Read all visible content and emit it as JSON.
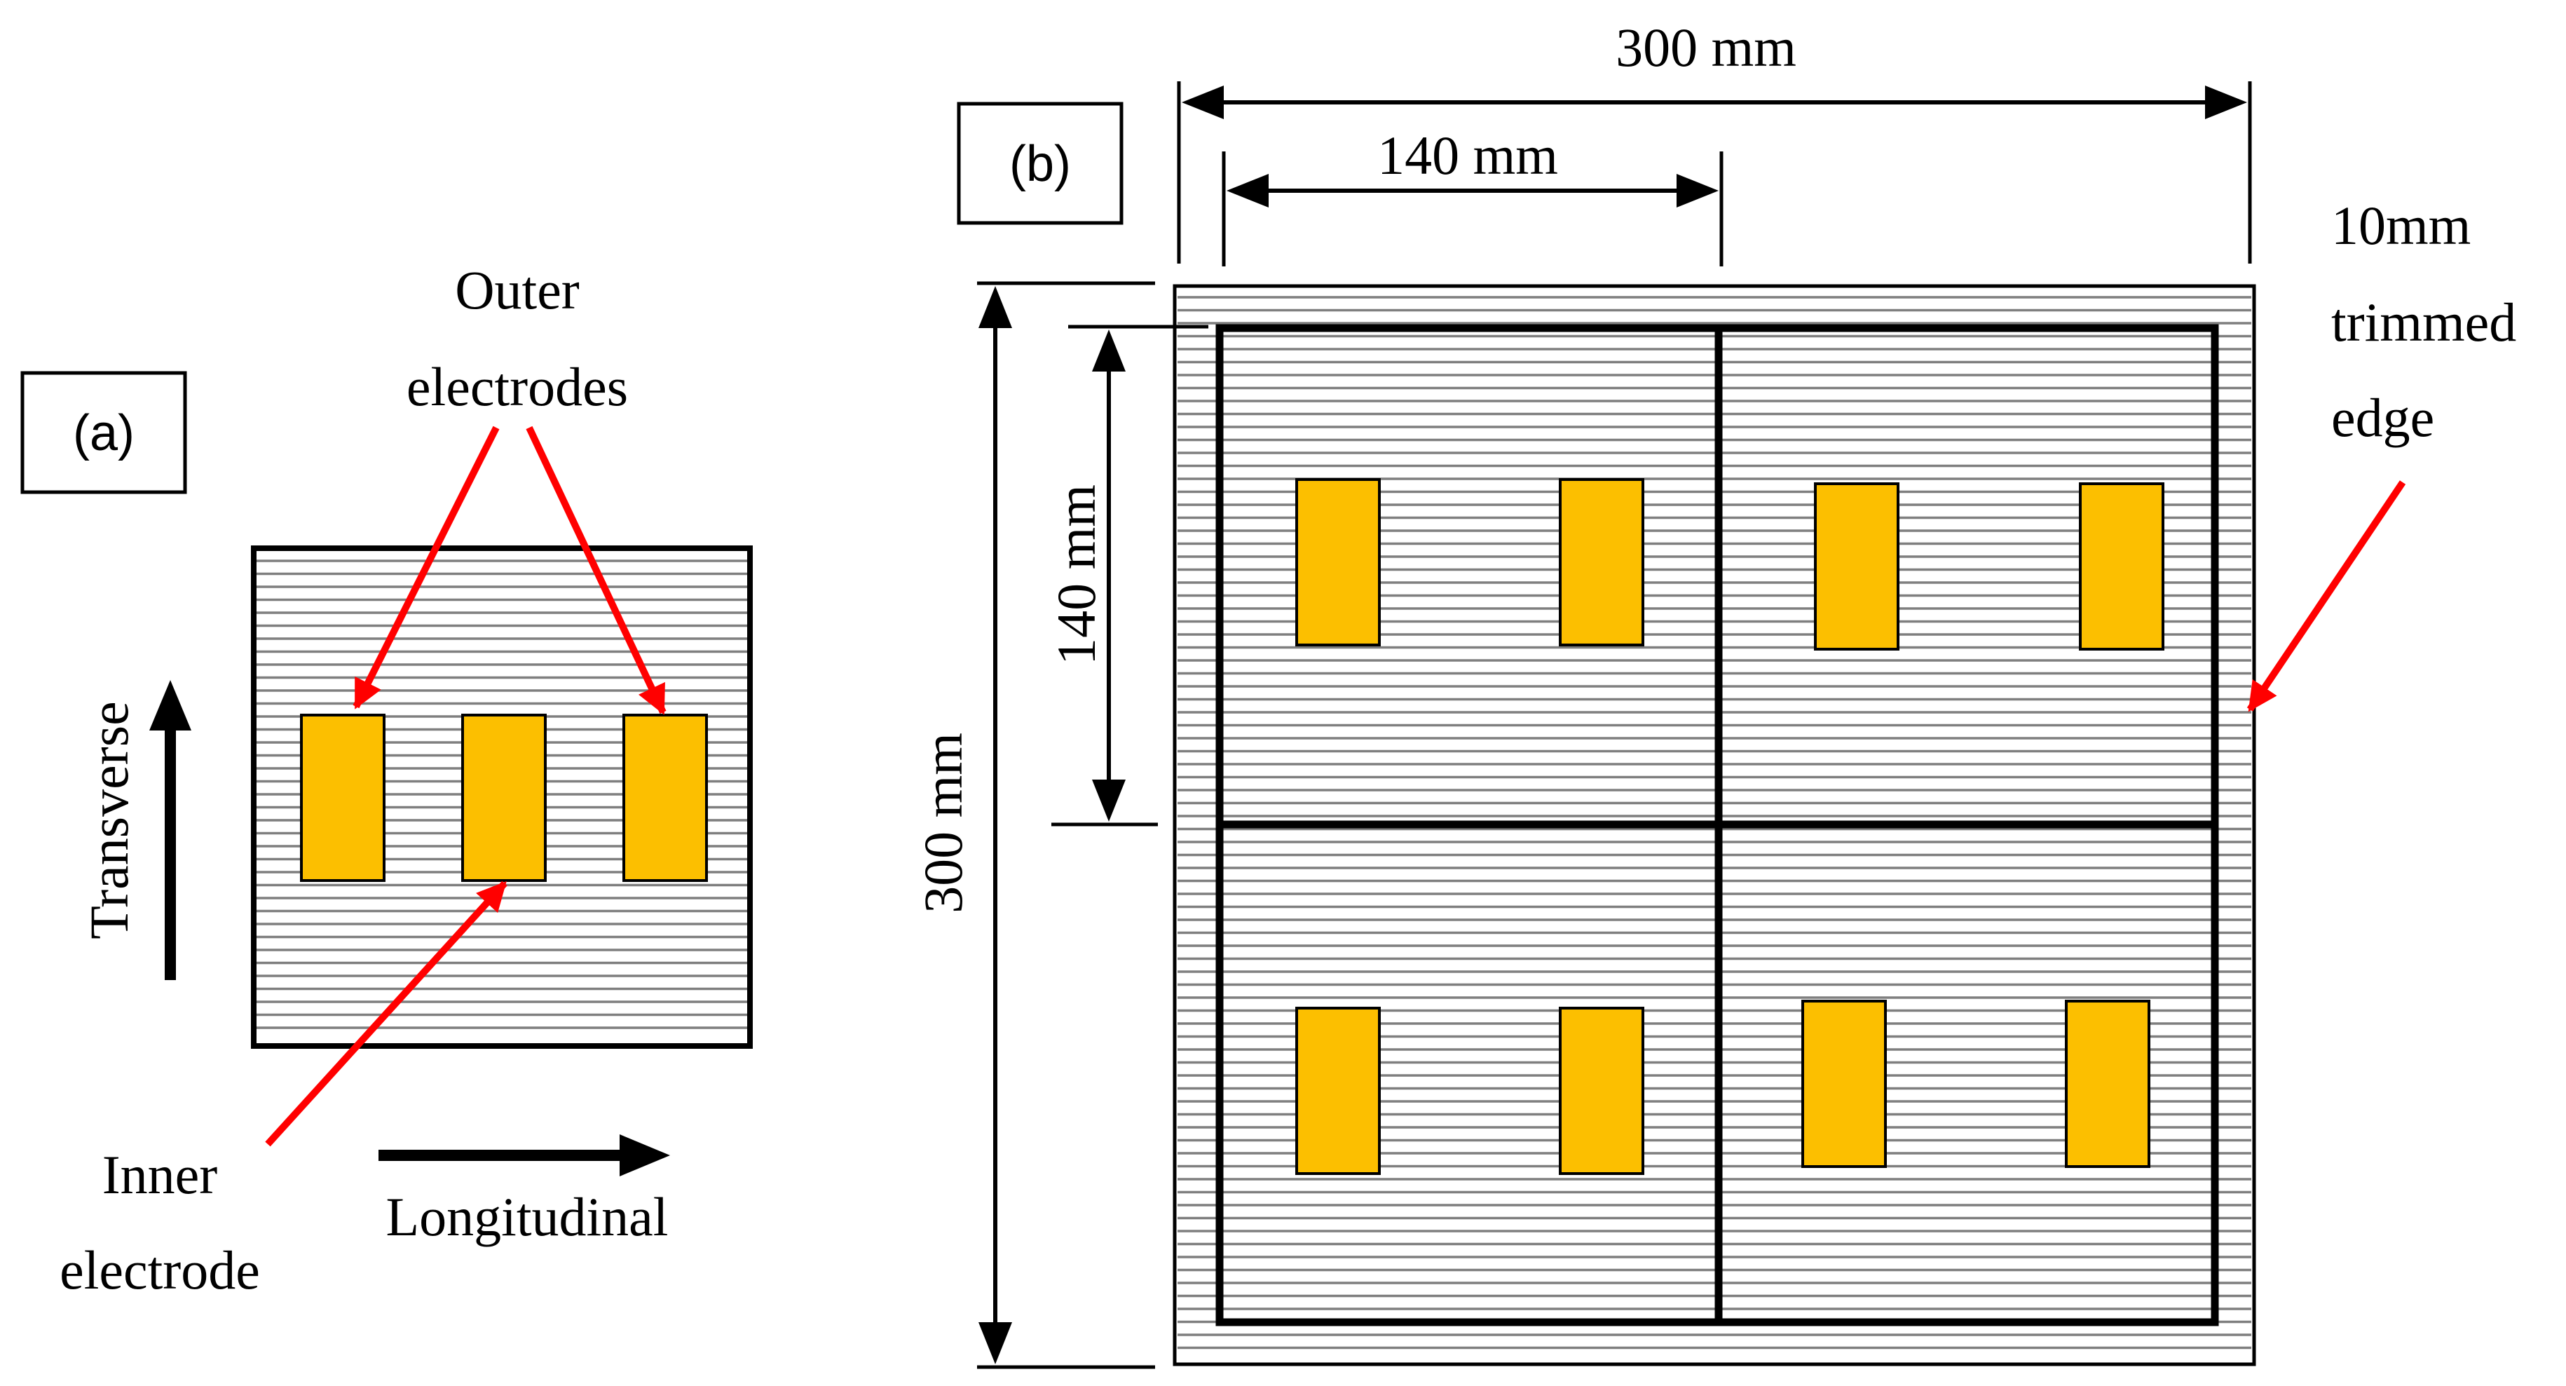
{
  "panel_a": {
    "label": "(a)",
    "outer_electrodes_line1": "Outer",
    "outer_electrodes_line2": "electrodes",
    "inner_electrode_line1": "Inner",
    "inner_electrode_line2": "electrode",
    "transverse": "Transverse",
    "longitudinal": "Longitudinal"
  },
  "panel_b": {
    "label": "(b)",
    "dim_total_width": "300 mm",
    "dim_half_width": "140 mm",
    "dim_total_height": "300 mm",
    "dim_half_height": "140 mm",
    "trimmed_edge_line1": "10mm",
    "trimmed_edge_line2": "trimmed",
    "trimmed_edge_line3": "edge"
  },
  "colors": {
    "electrode": "#FCBF00",
    "arrow_red": "#FF0000",
    "hatch": "#7F7F7F",
    "outline": "#000000"
  }
}
